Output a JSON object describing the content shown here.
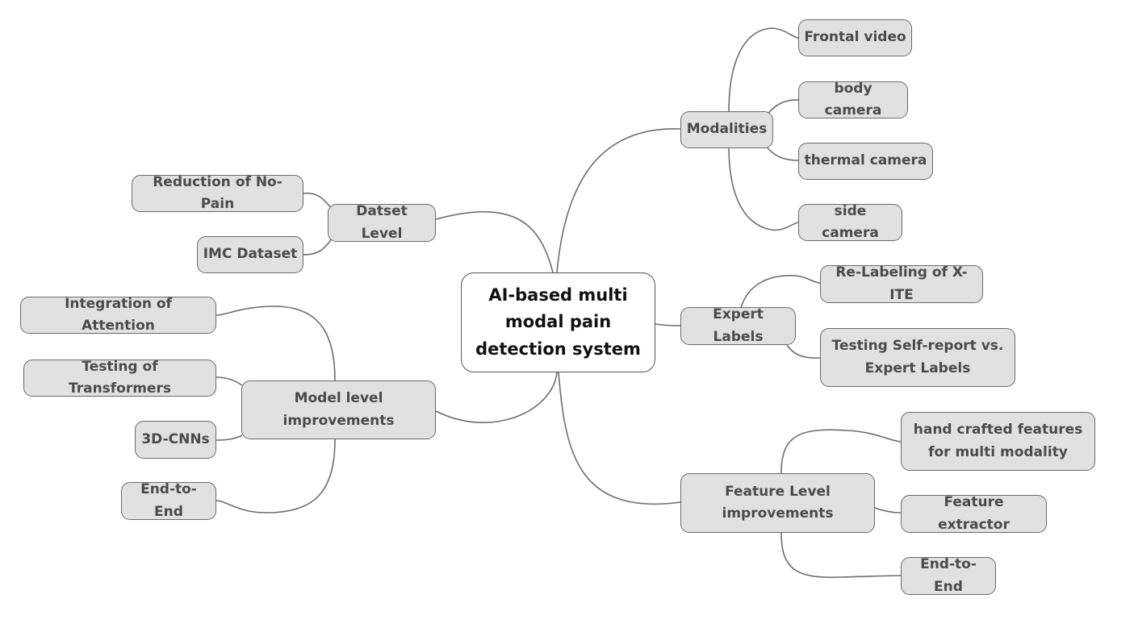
{
  "mindmap": {
    "root": "AI-based multi\nmodal pain\ndetection system",
    "branches": {
      "dataset_level": {
        "label": "Datset Level",
        "children": [
          "Reduction of No-Pain",
          "IMC Dataset"
        ]
      },
      "model_level": {
        "label": "Model level\nimprovements",
        "children": [
          "Integration of Attention",
          "Testing of Transformers",
          "3D-CNNs",
          "End-to-End"
        ]
      },
      "modalities": {
        "label": "Modalities",
        "children": [
          "Frontal video",
          "body camera",
          "thermal camera",
          "side camera"
        ]
      },
      "expert_labels": {
        "label": "Expert Labels",
        "children": [
          "Re-Labeling of X-ITE",
          "Testing Self-report vs.\nExpert Labels"
        ]
      },
      "feature_level": {
        "label": "Feature Level\nimprovements",
        "children": [
          "hand crafted features\nfor multi modality",
          "Feature extractor",
          "End-to-End"
        ]
      }
    }
  },
  "colors": {
    "node_fill": "#e1e1e1",
    "node_border": "#6a6a6a",
    "root_fill": "#ffffff",
    "connector": "#6e6e6e"
  }
}
